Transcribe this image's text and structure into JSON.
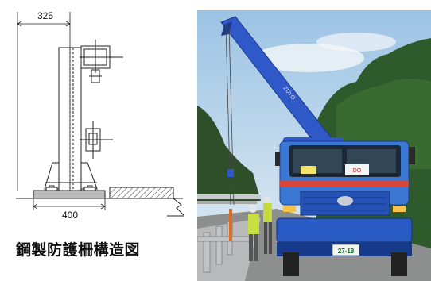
{
  "drawing": {
    "dim_top": "325",
    "dim_bottom": "400"
  },
  "caption": "鋼製防護柵構造図",
  "photo": {
    "boom_text": "ZUYO",
    "truck_plate": "27-18",
    "sign_text": "DO"
  }
}
